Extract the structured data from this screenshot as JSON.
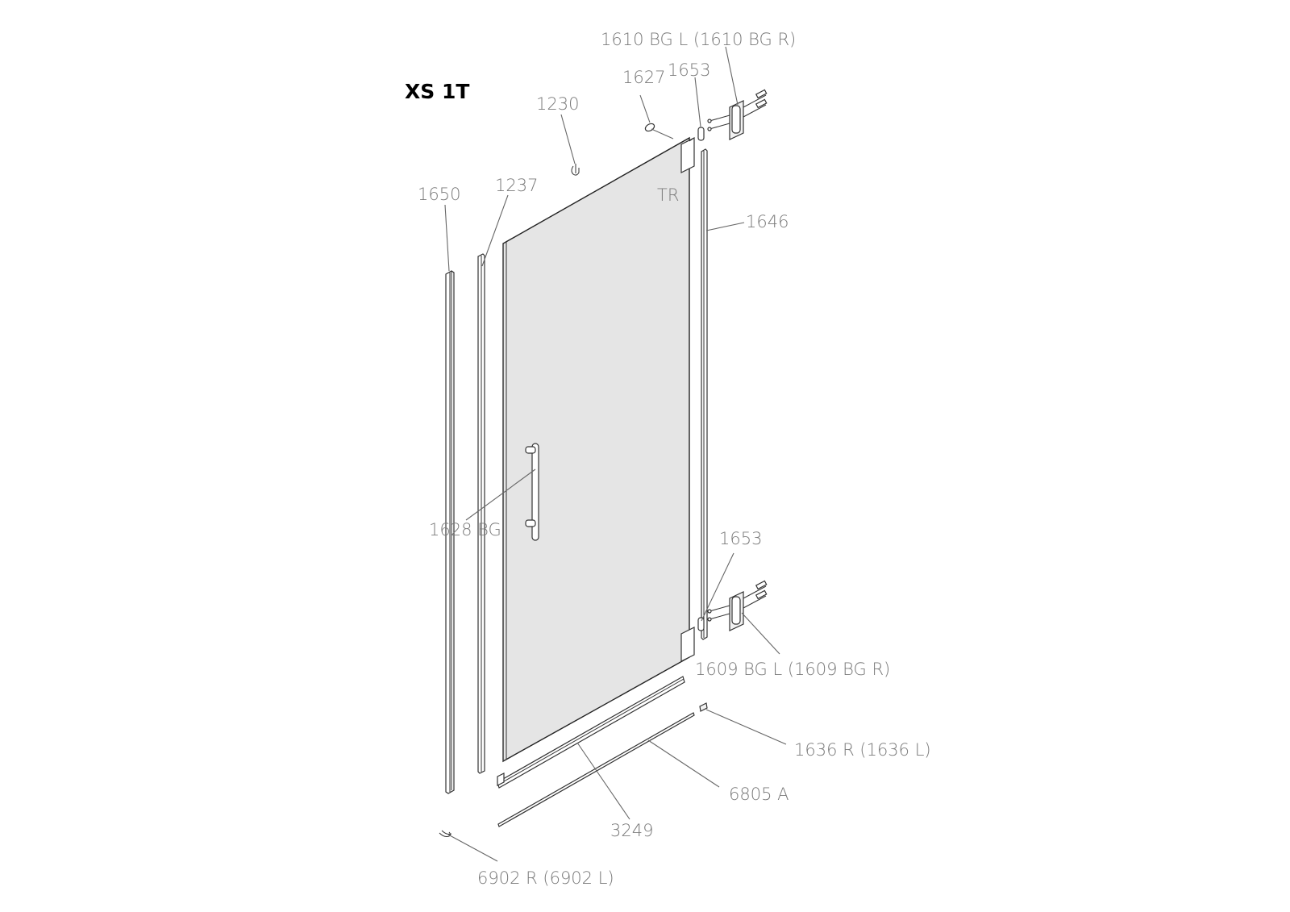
{
  "title": "XS 1T",
  "glass_mark": "TR",
  "labels": {
    "p1610": "1610 BG L (1610 BG R)",
    "p1627": "1627",
    "p1653_top": "1653",
    "p1230": "1230",
    "p1237": "1237",
    "p1650": "1650",
    "p1646": "1646",
    "p1628": "1628 BG",
    "p1653_bottom": "1653",
    "p1609": "1609 BG L (1609 BG R)",
    "p1636": "1636 R (1636 L)",
    "p6805": "6805 A",
    "p3249": "3249",
    "p6902": "6902 R (6902 L)"
  }
}
